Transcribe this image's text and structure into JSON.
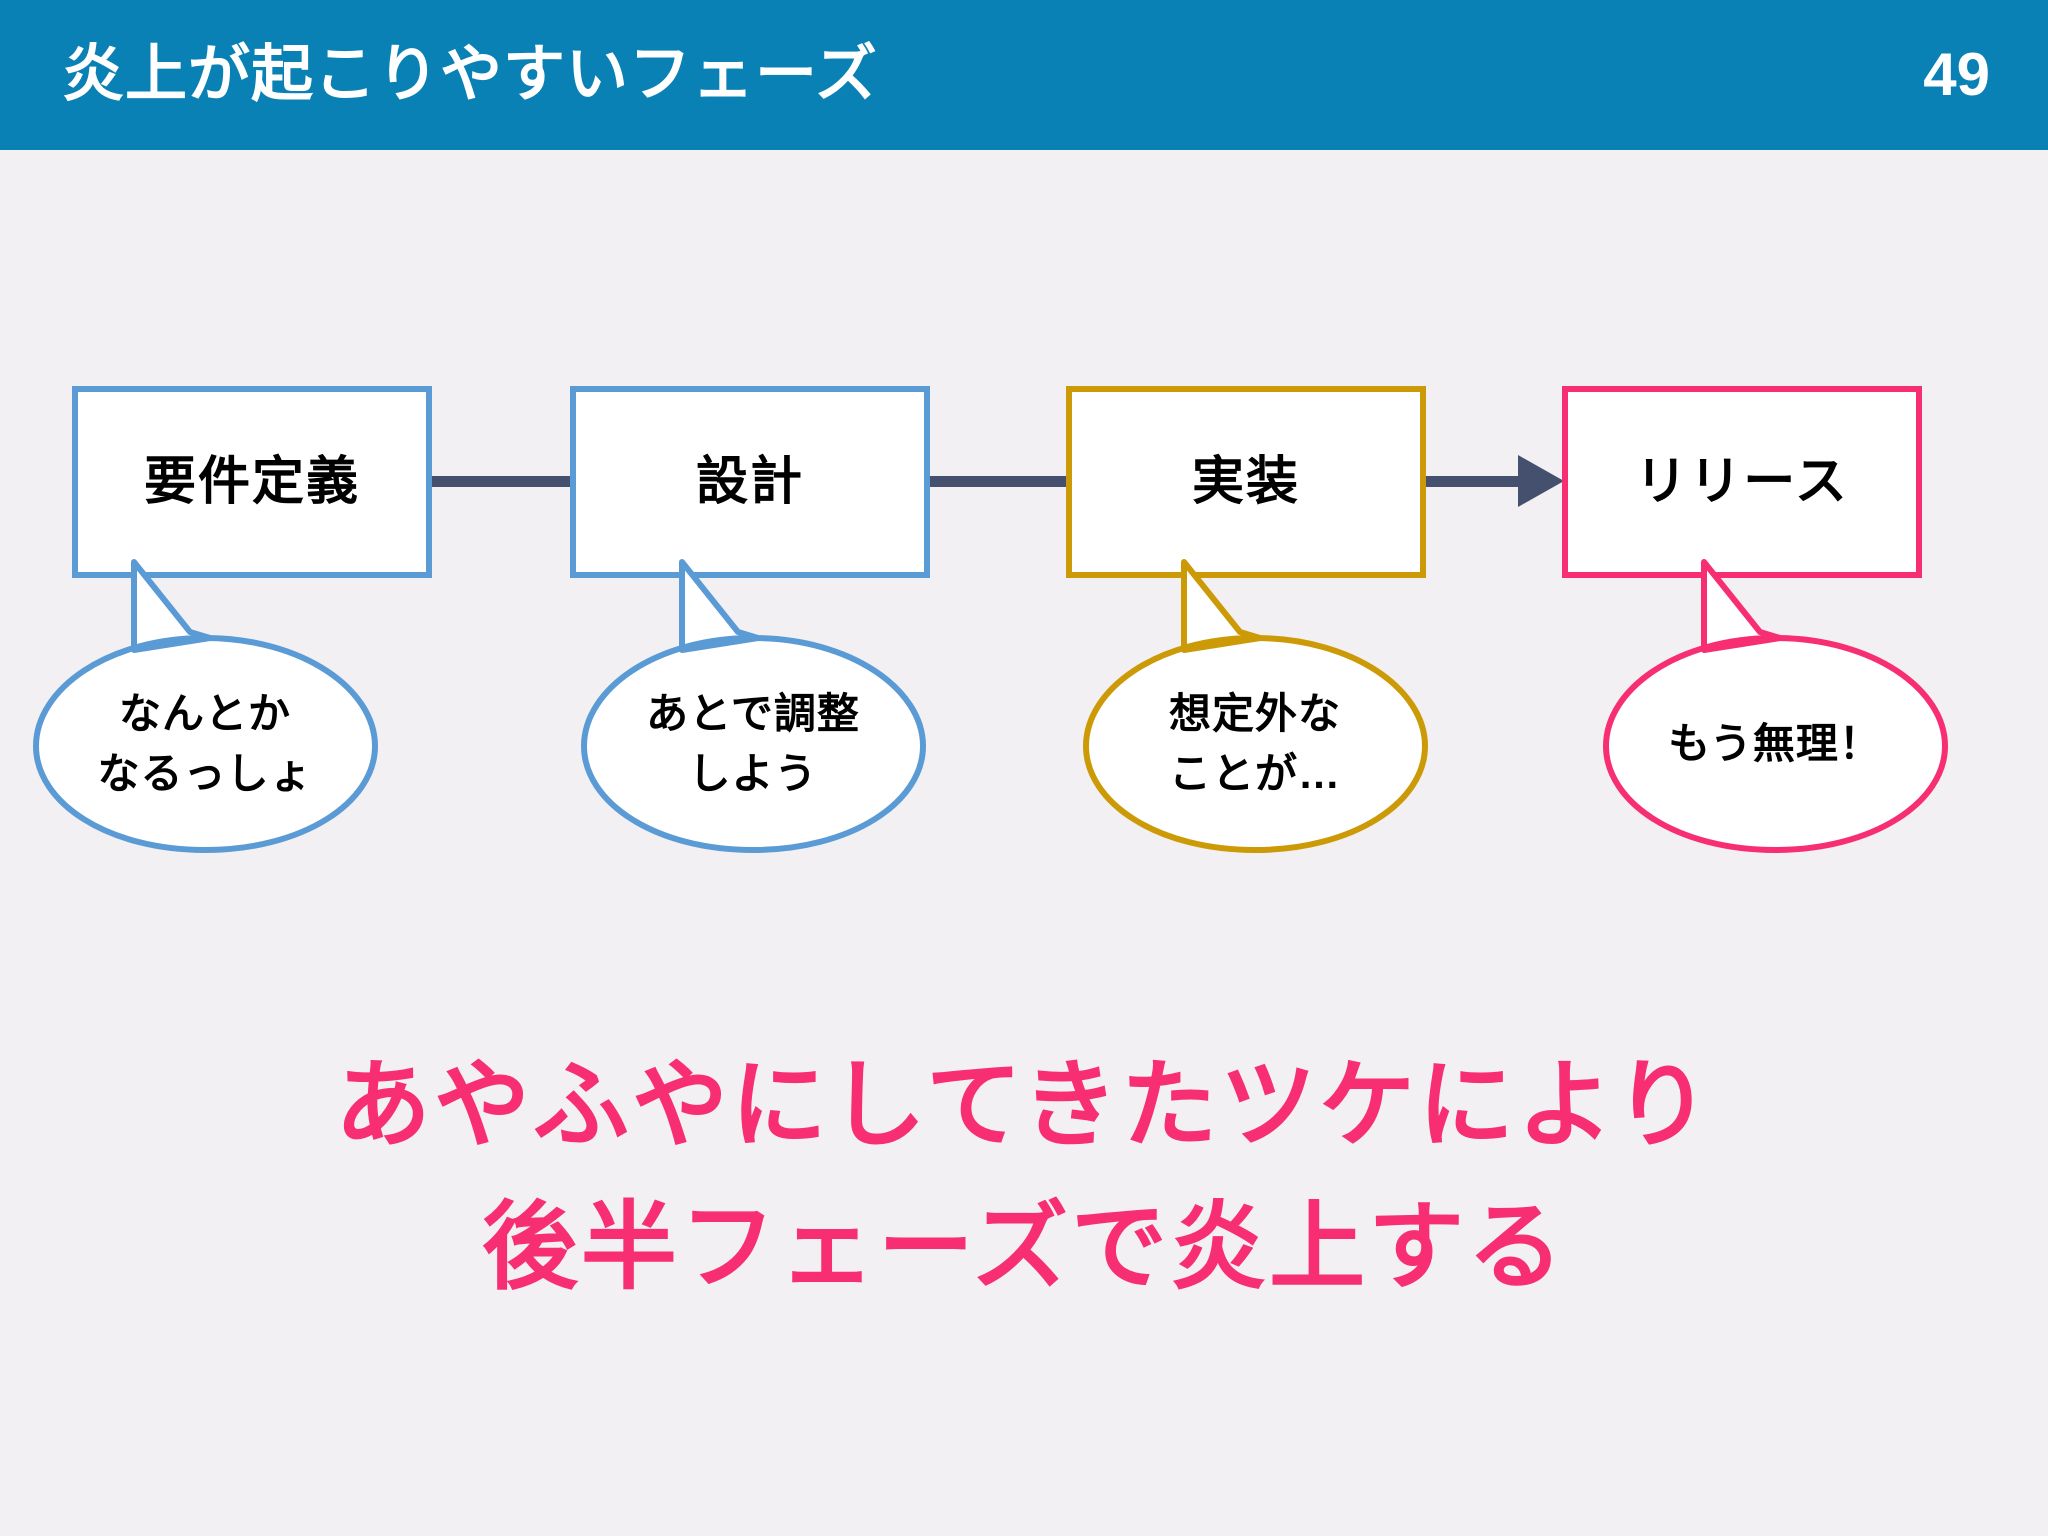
{
  "header": {
    "title": "炎上が起こりやすいフェーズ",
    "page_number": "49",
    "background_color": "#0A81B4",
    "text_color": "#FFFFFF"
  },
  "slide": {
    "background_color": "#F2F0F3"
  },
  "diagram": {
    "connector_color": "#44506E",
    "phases": [
      {
        "label": "要件定義",
        "border_color": "#5B9BD5",
        "bubble": {
          "lines": [
            "なんとか",
            "なるっしょ"
          ],
          "outline_color": "#5B9BD5",
          "fill_color": "#FFFFFF"
        }
      },
      {
        "label": "設計",
        "border_color": "#5B9BD5",
        "bubble": {
          "lines": [
            "あとで調整",
            "しよう"
          ],
          "outline_color": "#5B9BD5",
          "fill_color": "#FFFFFF"
        }
      },
      {
        "label": "実装",
        "border_color": "#CC9A06",
        "bubble": {
          "lines": [
            "想定外な",
            "ことが…"
          ],
          "outline_color": "#CC9A06",
          "fill_color": "#FFFFFF"
        }
      },
      {
        "label": "リリース",
        "border_color": "#F72E72",
        "bubble": {
          "lines": [
            "もう無理！"
          ],
          "outline_color": "#F72E72",
          "fill_color": "#FFFFFF"
        }
      }
    ]
  },
  "conclusion": {
    "color": "#F72E72",
    "lines": [
      "あやふやにしてきたツケにより",
      "後半フェーズで炎上する"
    ]
  }
}
